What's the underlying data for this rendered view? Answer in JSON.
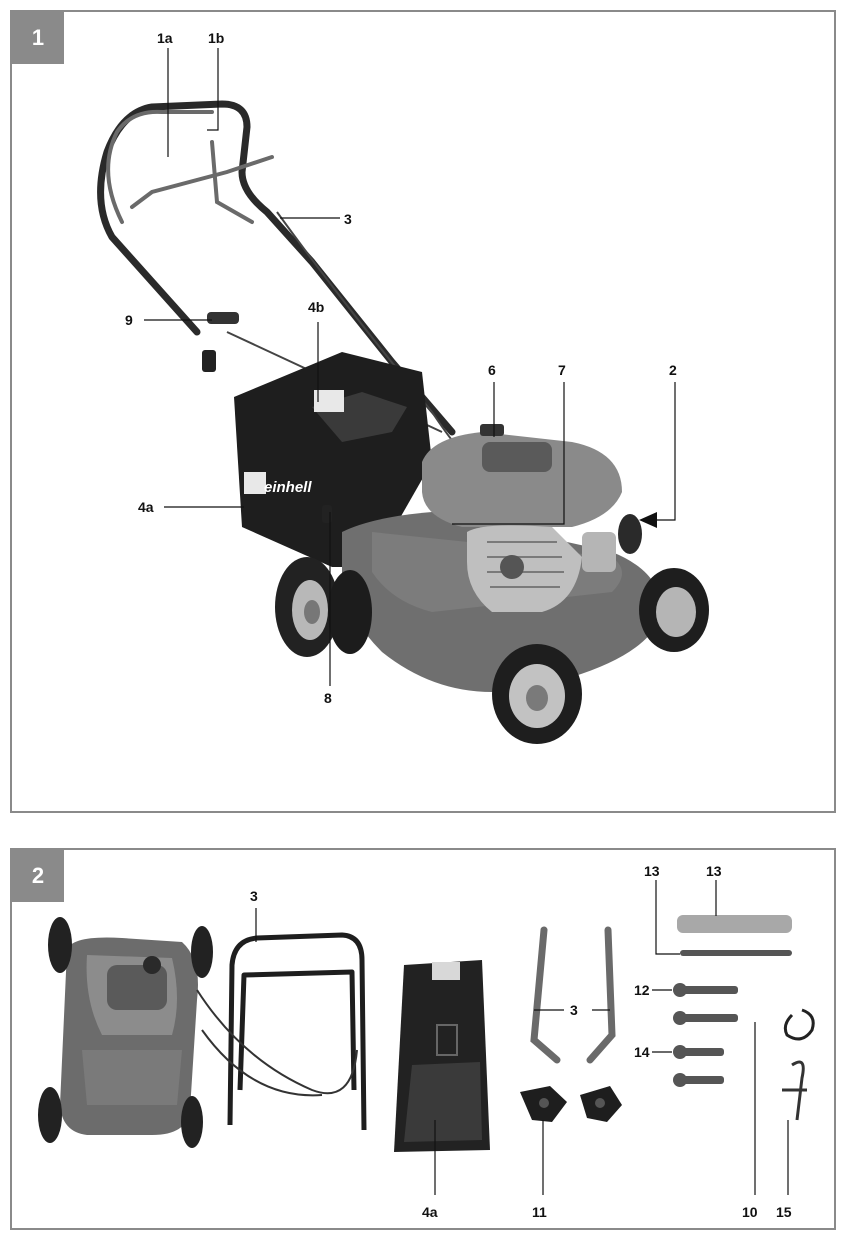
{
  "figure1": {
    "number": "1",
    "labels": {
      "l1a": "1a",
      "l1b": "1b",
      "l3": "3",
      "l9": "9",
      "l4b": "4b",
      "l6": "6",
      "l7": "7",
      "l2": "2",
      "l4a": "4a",
      "l8": "8"
    },
    "brand": "einhell"
  },
  "figure2": {
    "number": "2",
    "labels": {
      "l3a": "3",
      "l13a": "13",
      "l13b": "13",
      "l12": "12",
      "l3b": "3",
      "l14": "14",
      "l4a": "4a",
      "l11": "11",
      "l10": "10",
      "l15": "15"
    }
  },
  "colors": {
    "frame": "#8a8a8a",
    "machine": "#6f6f6f",
    "dark": "#262626",
    "mid": "#9a9a9a",
    "light": "#c8c8c8"
  }
}
